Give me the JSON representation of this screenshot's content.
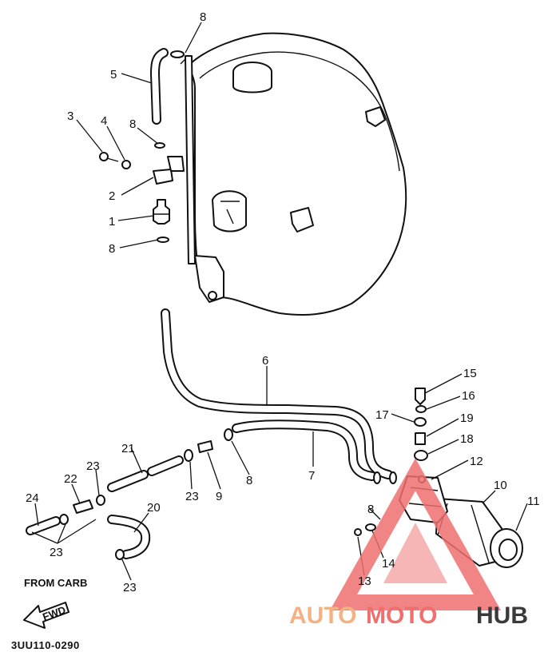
{
  "callouts": {
    "c1": "1",
    "c2": "2",
    "c3": "3",
    "c4": "4",
    "c5": "5",
    "c6": "6",
    "c7": "7",
    "c8a": "8",
    "c8b": "8",
    "c8c": "8",
    "c8d": "8",
    "c8e": "8",
    "c9": "9",
    "c10": "10",
    "c11": "11",
    "c12": "12",
    "c13": "13",
    "c14": "14",
    "c15": "15",
    "c16": "16",
    "c17": "17",
    "c18": "18",
    "c19": "19",
    "c20": "20",
    "c21": "21",
    "c22": "22",
    "c23a": "23",
    "c23b": "23",
    "c23c": "23",
    "c23d": "23",
    "c24": "24"
  },
  "labels": {
    "from_carb": "FROM CARB",
    "fwd": "FWD",
    "diagram_code": "3UU110-0290"
  },
  "watermark": {
    "part1": "AUTO",
    "part2": "MOTO",
    "part3": "HUB",
    "colors": {
      "auto": "#f4b183",
      "moto": "#ef6f6f",
      "hub": "#3a3a3a",
      "logo": "#ef6f6f"
    }
  }
}
